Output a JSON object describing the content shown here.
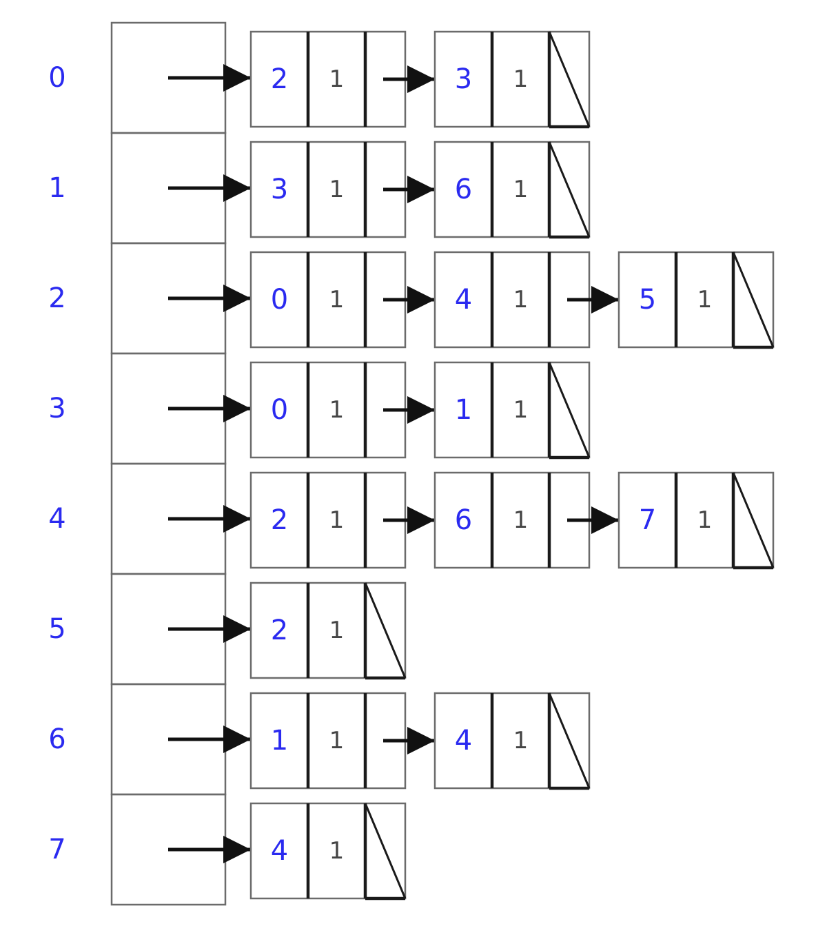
{
  "colors": {
    "index_text": "#2a2af0",
    "vertex_text": "#2a2af0",
    "weight_text": "#444444",
    "box_border": "#6b6b6b",
    "divider": "#1a1a1a",
    "arrow": "#111111",
    "background": "#ffffff"
  },
  "adjacency_list": [
    {
      "index": "0",
      "nodes": [
        {
          "vertex": "2",
          "weight": "1"
        },
        {
          "vertex": "3",
          "weight": "1"
        }
      ]
    },
    {
      "index": "1",
      "nodes": [
        {
          "vertex": "3",
          "weight": "1"
        },
        {
          "vertex": "6",
          "weight": "1"
        }
      ]
    },
    {
      "index": "2",
      "nodes": [
        {
          "vertex": "0",
          "weight": "1"
        },
        {
          "vertex": "4",
          "weight": "1"
        },
        {
          "vertex": "5",
          "weight": "1"
        }
      ]
    },
    {
      "index": "3",
      "nodes": [
        {
          "vertex": "0",
          "weight": "1"
        },
        {
          "vertex": "1",
          "weight": "1"
        }
      ]
    },
    {
      "index": "4",
      "nodes": [
        {
          "vertex": "2",
          "weight": "1"
        },
        {
          "vertex": "6",
          "weight": "1"
        },
        {
          "vertex": "7",
          "weight": "1"
        }
      ]
    },
    {
      "index": "5",
      "nodes": [
        {
          "vertex": "2",
          "weight": "1"
        }
      ]
    },
    {
      "index": "6",
      "nodes": [
        {
          "vertex": "1",
          "weight": "1"
        },
        {
          "vertex": "4",
          "weight": "1"
        }
      ]
    },
    {
      "index": "7",
      "nodes": [
        {
          "vertex": "4",
          "weight": "1"
        }
      ]
    }
  ]
}
